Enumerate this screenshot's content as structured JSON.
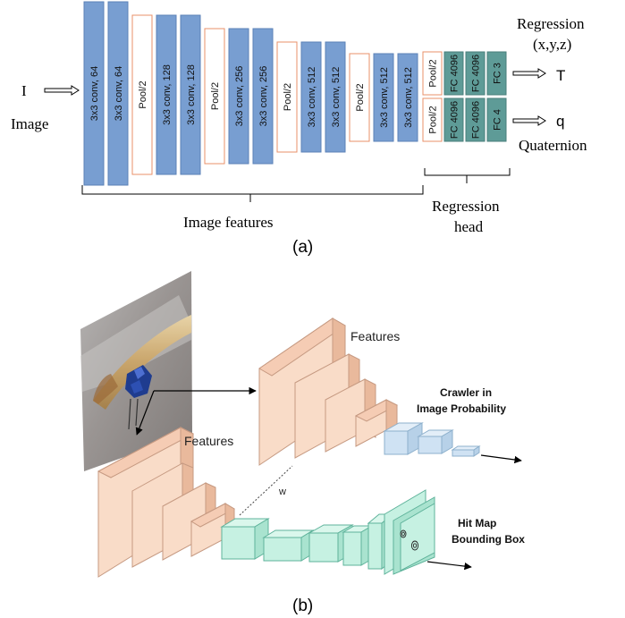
{
  "part_a": {
    "input_symbol": "I",
    "input_label": "Image",
    "layers": [
      {
        "label": "3x3 conv, 64",
        "kind": "conv"
      },
      {
        "label": "3x3 conv, 64",
        "kind": "conv"
      },
      {
        "label": "Pool/2",
        "kind": "pool"
      },
      {
        "label": "3x3 conv, 128",
        "kind": "conv"
      },
      {
        "label": "3x3 conv, 128",
        "kind": "conv"
      },
      {
        "label": "Pool/2",
        "kind": "pool"
      },
      {
        "label": "3x3 conv, 256",
        "kind": "conv"
      },
      {
        "label": "3x3 conv, 256",
        "kind": "conv"
      },
      {
        "label": "Pool/2",
        "kind": "pool"
      },
      {
        "label": "3x3 conv, 512",
        "kind": "conv"
      },
      {
        "label": "3x3 conv, 512",
        "kind": "conv"
      },
      {
        "label": "Pool/2",
        "kind": "pool"
      },
      {
        "label": "3x3 conv, 512",
        "kind": "conv"
      },
      {
        "label": "3x3 conv, 512",
        "kind": "conv"
      }
    ],
    "head_top": [
      "Pool/2",
      "FC 4096",
      "FC 4096",
      "FC 3"
    ],
    "head_bottom": [
      "Pool/2",
      "FC 4096",
      "FC 4096",
      "FC 4"
    ],
    "regression_title": "Regression",
    "regression_coords": "(x,y,z)",
    "output_t": "T",
    "output_q": "q",
    "quaternion_label": "Quaternion",
    "image_features_label": "Image features",
    "regression_head_label_1": "Regression",
    "regression_head_label_2": "head",
    "caption": "(a)"
  },
  "part_b": {
    "features_label_top": "Features",
    "features_label_bottom": "Features",
    "crawler_label_1": "Crawler in",
    "crawler_label_2": "Image Probability",
    "hitmap_label_1": "Hit Map",
    "hitmap_label_2": "Bounding Box",
    "w_label": "w",
    "caption": "(b)"
  },
  "colors": {
    "conv_fill": "#789ed1",
    "conv_stroke": "#5b82b7",
    "pool_stroke": "#e8906a",
    "fc_fill": "#5e9b97",
    "feature_fill": "#f9dcc8",
    "feature_stroke": "#c69a82",
    "blue_block_fill": "#cfe2f3",
    "blue_block_stroke": "#8db0cc",
    "green_block_fill": "#c6f1e2",
    "green_block_stroke": "#5fb39b"
  }
}
